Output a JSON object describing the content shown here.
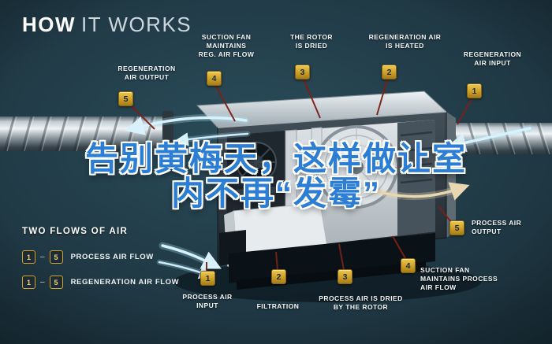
{
  "title": {
    "bold": "HOW",
    "light": "IT WORKS"
  },
  "headline": {
    "line1": "告别黄梅天，这样做让室",
    "line2": "内不再“发霉”",
    "color": "#2b7ed3"
  },
  "legend": {
    "heading": "TWO FLOWS OF AIR",
    "separator": "–",
    "rows": [
      {
        "from": "1",
        "to": "5",
        "label": "PROCESS AIR FLOW"
      },
      {
        "from": "1",
        "to": "5",
        "label": "REGENERATION AIR FLOW"
      }
    ]
  },
  "callouts": {
    "reg_output": {
      "num": "5",
      "label": "REGENERATION\nAIR OUTPUT"
    },
    "suction_reg": {
      "num": "4",
      "label": "SUCTION FAN\nMAINTAINS\nREG. AIR FLOW"
    },
    "rotor_dried": {
      "num": "3",
      "label": "THE ROTOR\nIS DRIED"
    },
    "reg_heated": {
      "num": "2",
      "label": "REGENERATION AIR\nIS HEATED"
    },
    "reg_input": {
      "num": "1",
      "label": "REGENERATION\nAIR INPUT"
    },
    "process_output": {
      "num": "5",
      "label": "PROCESS AIR\nOUTPUT"
    },
    "suction_process": {
      "num": "4",
      "label": "SUCTION FAN\nMAINTAINS PROCESS\nAIR FLOW"
    },
    "process_dried": {
      "num": "3",
      "label": "PROCESS AIR IS DRIED\nBY THE ROTOR"
    },
    "filtration": {
      "num": "2",
      "label": "FILTRATION"
    },
    "process_input": {
      "num": "1",
      "label": "PROCESS AIR\nINPUT"
    }
  },
  "colors": {
    "background": "#1e3641",
    "badge_gold": "#d2a22c",
    "callout_line": "#7b2018",
    "flow_arrow_cyan": "#d9f1fb",
    "flow_arrow_tan": "#e8d7b0",
    "headline_blue": "#2b7ed3"
  }
}
